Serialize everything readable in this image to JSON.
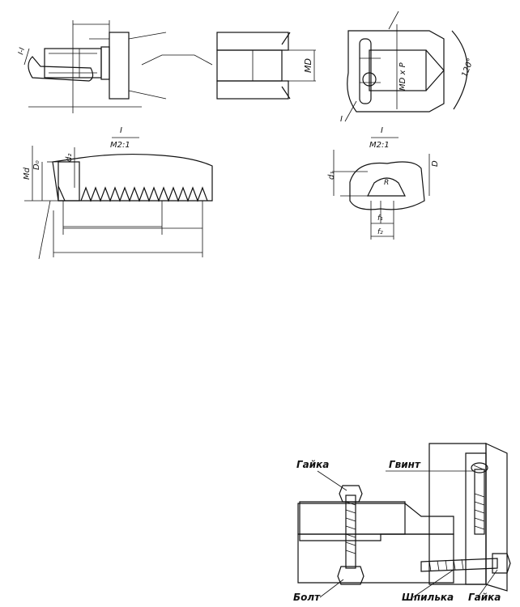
{
  "figure_top": {
    "threaded_rod": {
      "section_mark": "I-I"
    },
    "threaded_hole": {
      "dimension_label": "MD"
    },
    "hole_section": {
      "dimension_label": "MD x P",
      "angle_label": "120°",
      "section_mark": "I"
    }
  },
  "figure_detail_left": {
    "scale_title": "I",
    "scale_value": "M2:1",
    "dim_labels": [
      "Md",
      "D₀",
      "d₂"
    ]
  },
  "figure_detail_right": {
    "scale_title": "I",
    "scale_value": "M2:1",
    "dim_labels": [
      "d₁",
      "D",
      "R",
      "f₁",
      "f₂"
    ]
  },
  "figure_assembly": {
    "labels": {
      "nut_top": "Гайка",
      "screw": "Гвинт",
      "bolt": "Болт",
      "stud": "Шпилька",
      "nut_right": "Гайка"
    }
  }
}
